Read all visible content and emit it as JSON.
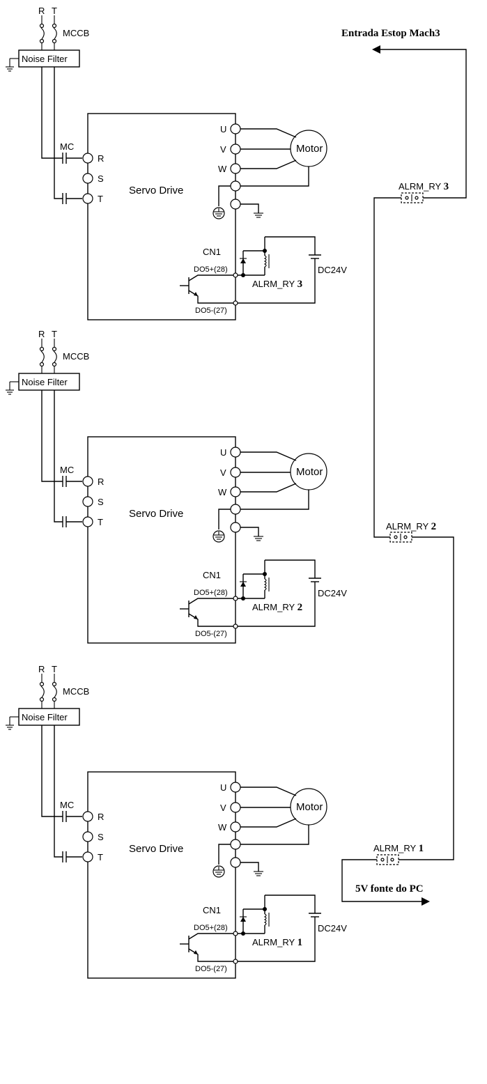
{
  "labels": {
    "r": "R",
    "t": "T",
    "mccb": "MCCB",
    "noise_filter": "Noise Filter",
    "mc": "MC",
    "in_r": "R",
    "in_s": "S",
    "in_t": "T",
    "servo_drive": "Servo Drive",
    "u": "U",
    "v": "V",
    "w": "W",
    "motor": "Motor",
    "cn1": "CN1",
    "do5_plus": "DO5+(28)",
    "do5_minus": "DO5-(27)",
    "dc24v": "DC24V",
    "alarm_prefix": "ALRM_RY"
  },
  "units": [
    {
      "relay_number": "3"
    },
    {
      "relay_number": "2"
    },
    {
      "relay_number": "1"
    }
  ],
  "loop": {
    "output_label": "Entrada Estop Mach3",
    "input_label": "5V fonte do PC",
    "relays": [
      {
        "prefix": "ALRM_RY",
        "number": "3"
      },
      {
        "prefix": "ALRM_RY",
        "number": "2"
      },
      {
        "prefix": "ALRM_RY",
        "number": "1"
      }
    ]
  }
}
